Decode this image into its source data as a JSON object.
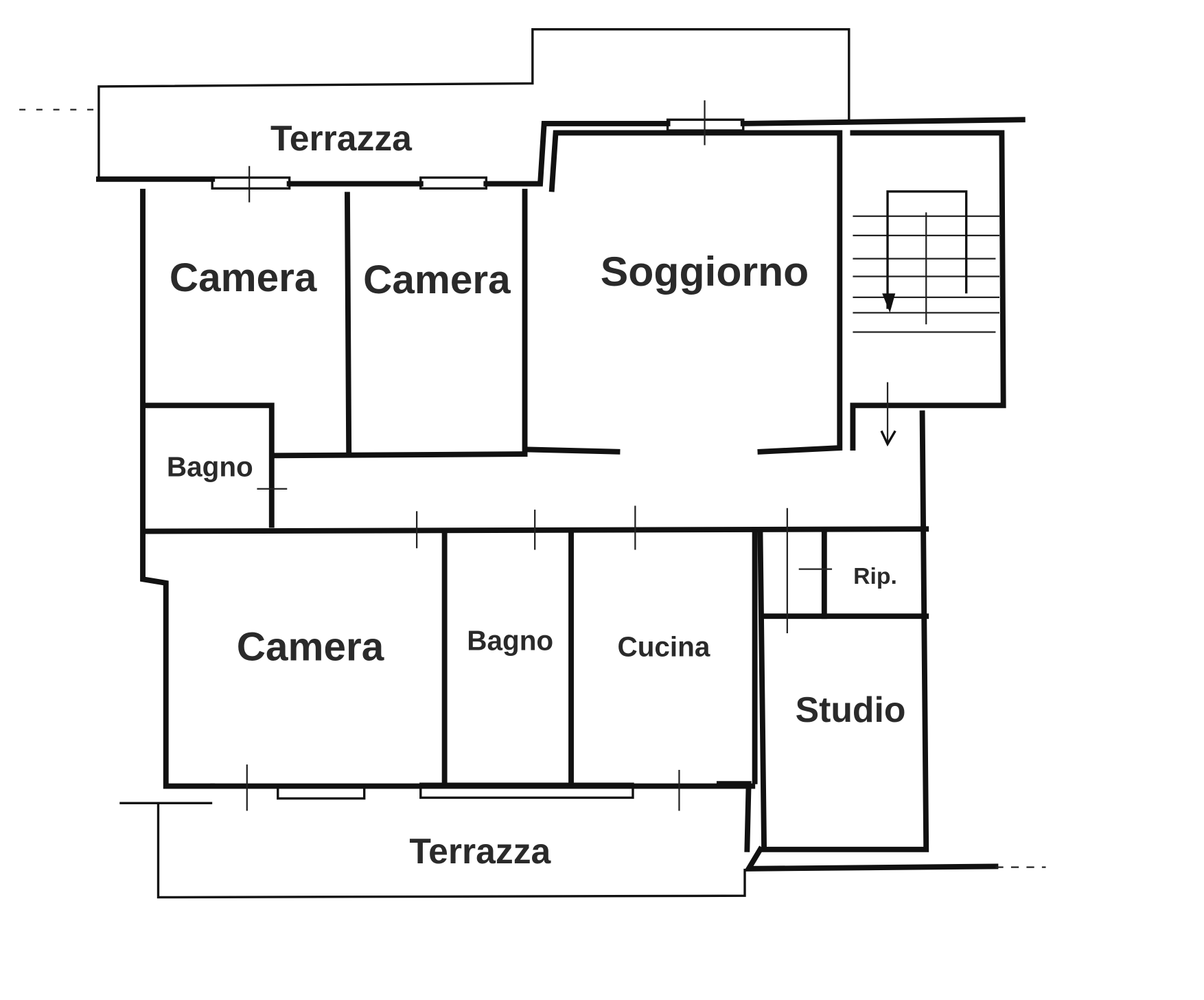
{
  "floor_plan": {
    "rooms": [
      {
        "id": "terrazza-top",
        "label": "Terrazza"
      },
      {
        "id": "camera-1",
        "label": "Camera"
      },
      {
        "id": "camera-2",
        "label": "Camera"
      },
      {
        "id": "soggiorno",
        "label": "Soggiorno"
      },
      {
        "id": "bagno-1",
        "label": "Bagno"
      },
      {
        "id": "camera-3",
        "label": "Camera"
      },
      {
        "id": "bagno-2",
        "label": "Bagno"
      },
      {
        "id": "cucina",
        "label": "Cucina"
      },
      {
        "id": "rip",
        "label": "Rip."
      },
      {
        "id": "studio",
        "label": "Studio"
      },
      {
        "id": "terrazza-bottom",
        "label": "Terrazza"
      }
    ],
    "colors": {
      "walls": "#111111",
      "labels": "#2a2a2a",
      "background": "#ffffff"
    }
  }
}
